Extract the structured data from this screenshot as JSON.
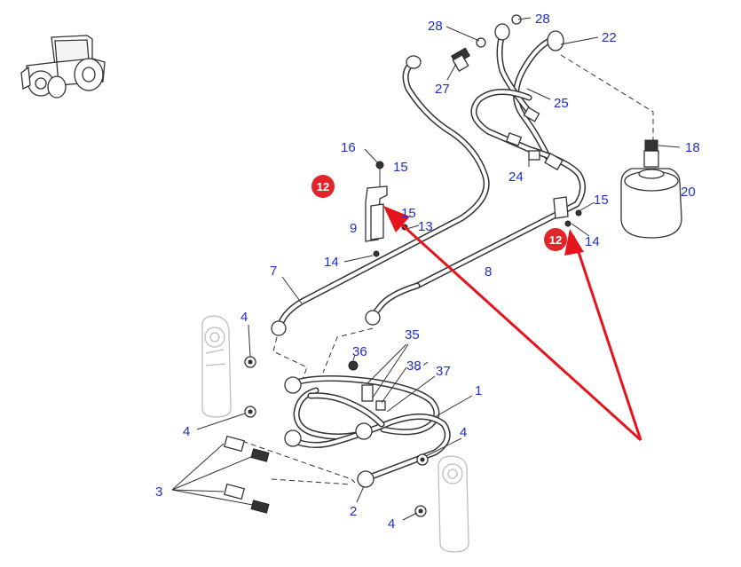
{
  "callouts": {
    "c28a": "28",
    "c28b": "28",
    "c22": "22",
    "c27": "27",
    "c25": "25",
    "c18": "18",
    "c16": "16",
    "c15a": "15",
    "c24": "24",
    "c20": "20",
    "c15b": "15",
    "c13": "13",
    "c15c": "15",
    "c9": "9",
    "c14a": "14",
    "c14b": "14",
    "c7": "7",
    "c8": "8",
    "c4a": "4",
    "c36": "36",
    "c35": "35",
    "c38": "38",
    "c37": "37",
    "c1": "1",
    "c4b": "4",
    "c4c": "4",
    "c3": "3",
    "c2": "2",
    "c4d": "4"
  },
  "badges": {
    "b1": "12",
    "b2": "12"
  },
  "colors": {
    "callout": "#1f2fc8",
    "badge": "#e0262b",
    "arrow": "#e6141c",
    "line": "#333333"
  },
  "icons": {
    "vehicle": "tractor-icon"
  }
}
